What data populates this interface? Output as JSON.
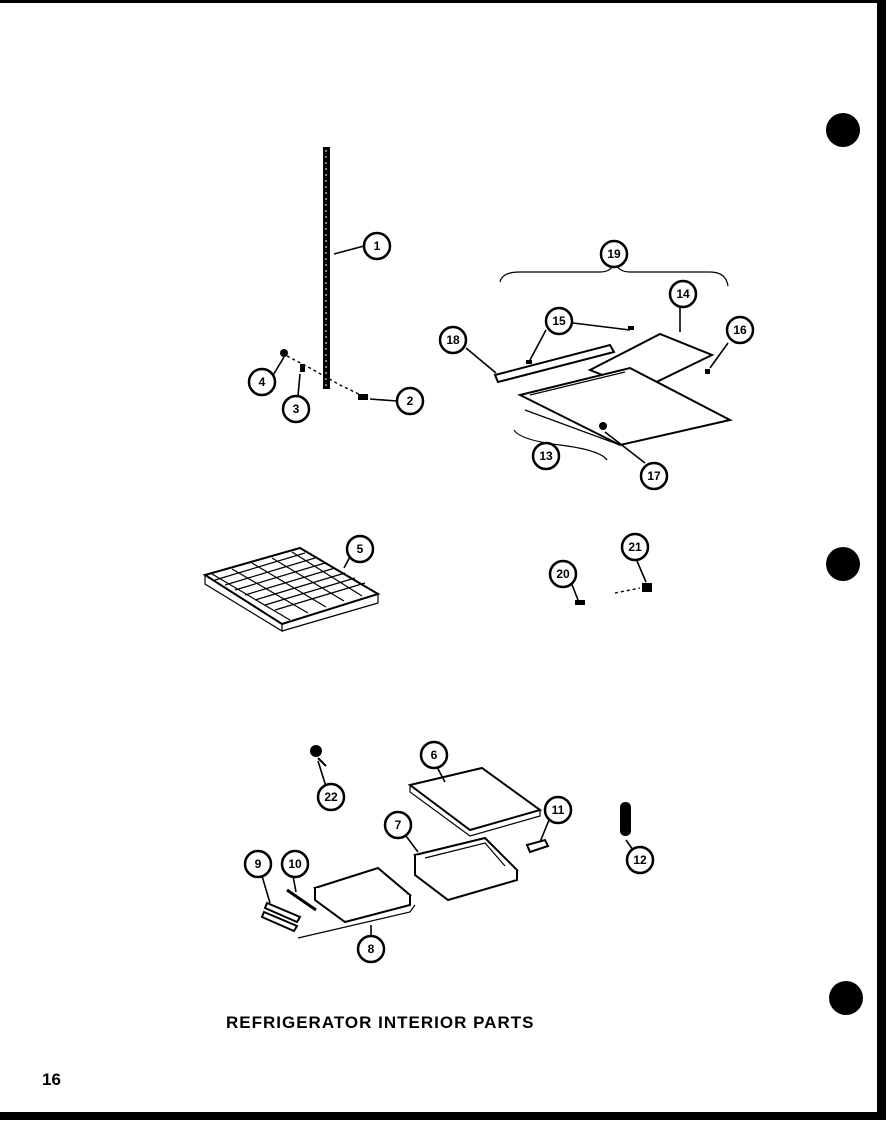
{
  "caption": "REFRIGERATOR INTERIOR PARTS",
  "page_number": "16",
  "callouts": [
    {
      "label": "1"
    },
    {
      "label": "2"
    },
    {
      "label": "3"
    },
    {
      "label": "4"
    },
    {
      "label": "5"
    },
    {
      "label": "6"
    },
    {
      "label": "7"
    },
    {
      "label": "8"
    },
    {
      "label": "9"
    },
    {
      "label": "10"
    },
    {
      "label": "11"
    },
    {
      "label": "12"
    },
    {
      "label": "13"
    },
    {
      "label": "14"
    },
    {
      "label": "15"
    },
    {
      "label": "16"
    },
    {
      "label": "17"
    },
    {
      "label": "18"
    },
    {
      "label": "19"
    },
    {
      "label": "20"
    },
    {
      "label": "21"
    },
    {
      "label": "22"
    }
  ],
  "colors": {
    "ink": "#000000",
    "paper": "#ffffff"
  }
}
